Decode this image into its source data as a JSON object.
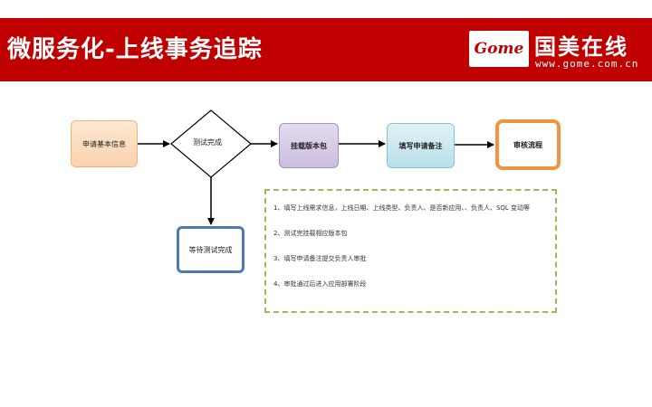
{
  "header": {
    "title": "微服务化-上线事务追踪",
    "logo_script": "Gome",
    "logo_cn": "国美在线",
    "logo_url": "www.gome.com.cn"
  },
  "nodes": {
    "apply": "申请基本信息",
    "test_done": "测试完成",
    "mount_package": "挂载版本包",
    "fill_remark": "填写申请备注",
    "review": "审核流程",
    "wait_test": "等待测试完成"
  },
  "notes": [
    "1、填写上线需求信息，上线日期、上线类型、负责人、是否新应用、、负责人、SQL 变动等",
    "2、测试完挂载相应版本包",
    "3、填写申请备注提交负责人审批",
    "4、审批通过后进入应用部署阶段"
  ],
  "colors": {
    "header_bg": "#c00000",
    "apply": "#fbd3ad",
    "package": "#cbbde0",
    "remark": "#b9dfe9",
    "review_border": "#f1943f",
    "wait_border": "#4a79b5",
    "notes_border": "#9bbb59"
  }
}
